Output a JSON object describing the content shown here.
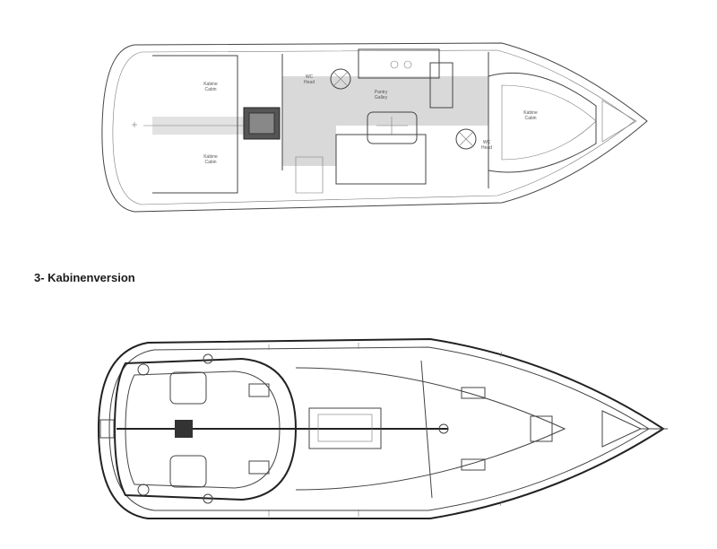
{
  "caption": "3- Kabinenversion",
  "labels": {
    "aft_cabin_port": "Kabine",
    "aft_cabin_port_en": "Cabin",
    "aft_cabin_stbd": "Kabine",
    "aft_cabin_stbd_en": "Cabin",
    "wc_aft": "WC",
    "wc_aft_en": "Head",
    "pantry": "Pantry",
    "pantry_en": "Galley",
    "wc_fwd": "WC",
    "wc_fwd_en": "Head",
    "fwd_cabin": "Kabine",
    "fwd_cabin_en": "Cabin"
  },
  "colors": {
    "shade": "#d9d9d9",
    "line": "#444444"
  }
}
